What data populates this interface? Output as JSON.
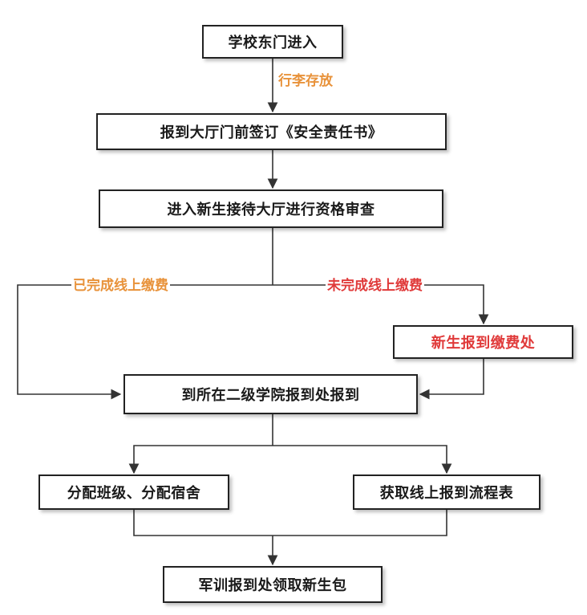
{
  "nodes": {
    "enter_east_gate": "学校东门进入",
    "sign_safety": "报到大厅门前签订《安全责任书》",
    "qualification_check": "进入新生接待大厅进行资格审查",
    "payment_office": "新生报到缴费处",
    "college_register": "到所在二级学院报到处报到",
    "assign_class": "分配班级、分配宿舍",
    "get_flow_sheet": "获取线上报到流程表",
    "military_training": "军训报到处领取新生包"
  },
  "edge_labels": {
    "luggage": "行李存放",
    "paid_online": "已完成线上缴费",
    "not_paid_online": "未完成线上缴费"
  },
  "colors": {
    "orange": "#e8923a",
    "red": "#e03a3a",
    "line": "#333333"
  }
}
